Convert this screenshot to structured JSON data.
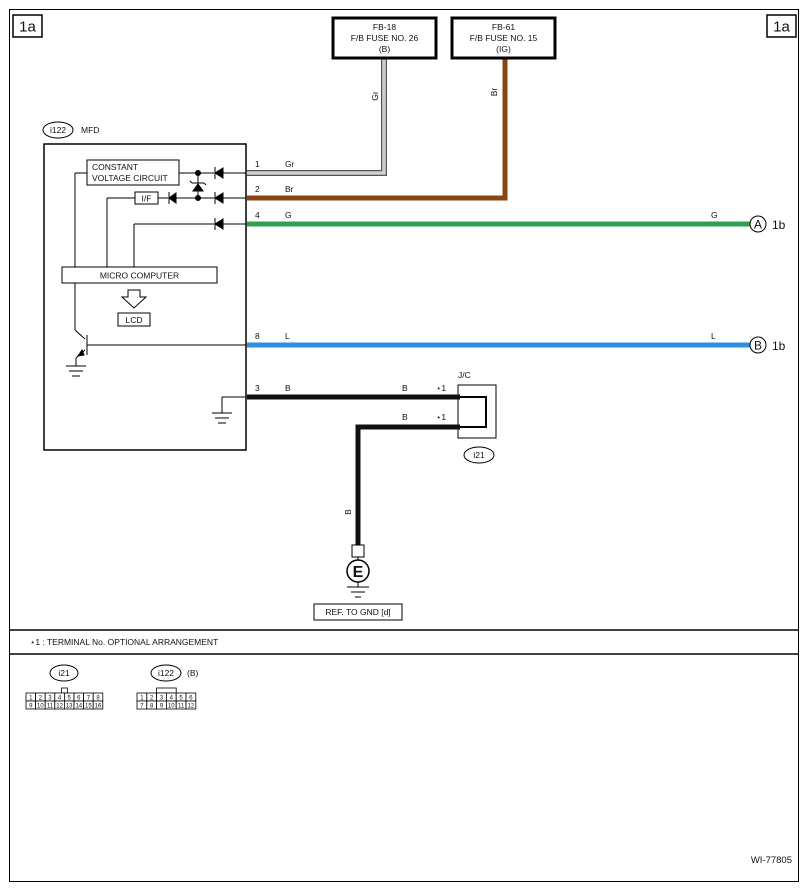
{
  "sheet": {
    "id_left": "1a",
    "id_right": "1a",
    "continuation": "1b",
    "drawing_no": "WI-77805"
  },
  "fuses": [
    {
      "name": "FB-18",
      "label": "F/B FUSE NO. 26",
      "supply": "(B)",
      "wire_color": "Gr"
    },
    {
      "name": "FB-61",
      "label": "F/B FUSE NO. 15",
      "supply": "(IG)",
      "wire_color": "Br"
    }
  ],
  "mfd": {
    "connector": "i122",
    "name": "MFD",
    "cvc_line1": "CONSTANT",
    "cvc_line2": "VOLTAGE CIRCUIT",
    "interface": "I/F",
    "micro": "MICRO COMPUTER",
    "lcd": "LCD"
  },
  "terminals": [
    {
      "pin": "1",
      "color": "Gr"
    },
    {
      "pin": "2",
      "color": "Br"
    },
    {
      "pin": "4",
      "color": "G",
      "end_color": "G",
      "connector": "A"
    },
    {
      "pin": "8",
      "color": "L",
      "end_color": "L",
      "connector": "B"
    },
    {
      "pin": "3",
      "color": "B"
    }
  ],
  "jc": {
    "name": "J/C",
    "connector": "i21",
    "in_color": "B",
    "out_color": "B",
    "mark": "⋆1"
  },
  "ground": {
    "wire_color": "B",
    "symbol": "E",
    "ref": "REF. TO GND [d]"
  },
  "note": "⋆1  : TERMINAL No. OPTIONAL ARRANGEMENT",
  "connectors": [
    {
      "id": "i21",
      "suffix": "",
      "row1": [
        "1",
        "2",
        "3",
        "4",
        "5",
        "6",
        "7",
        "8"
      ],
      "row2": [
        "9",
        "10",
        "11",
        "12",
        "13",
        "14",
        "15",
        "16"
      ]
    },
    {
      "id": "i122",
      "suffix": "(B)",
      "row1": [
        "1",
        "2",
        "3",
        "4",
        "5",
        "6"
      ],
      "row2": [
        "7",
        "8",
        "9",
        "10",
        "11",
        "12"
      ]
    }
  ],
  "wire_colors": {
    "Gr": "#c8c8c8",
    "Br": "#8b4513",
    "G": "#2e9e4f",
    "L": "#2e8fe0",
    "B": "#111111"
  }
}
